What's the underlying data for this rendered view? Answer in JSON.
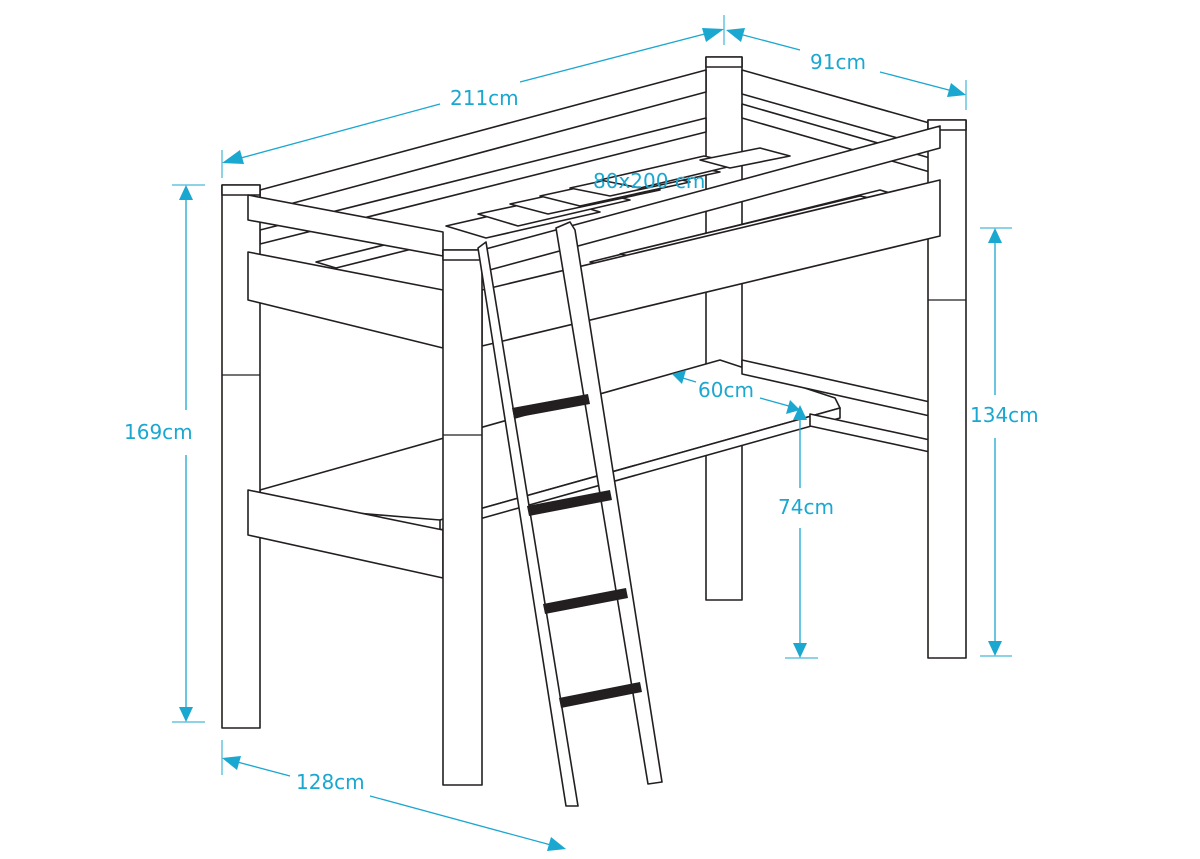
{
  "title": "Loft bed dimensions",
  "accent_color": "#1aa7d0",
  "dimensions": {
    "length": "211cm",
    "width": "91cm",
    "mattress": "80x200 cm",
    "total_height": "169cm",
    "side_height": "134cm",
    "desk_height": "74cm",
    "desk_depth": "60cm",
    "ladder_footprint": "128cm"
  }
}
